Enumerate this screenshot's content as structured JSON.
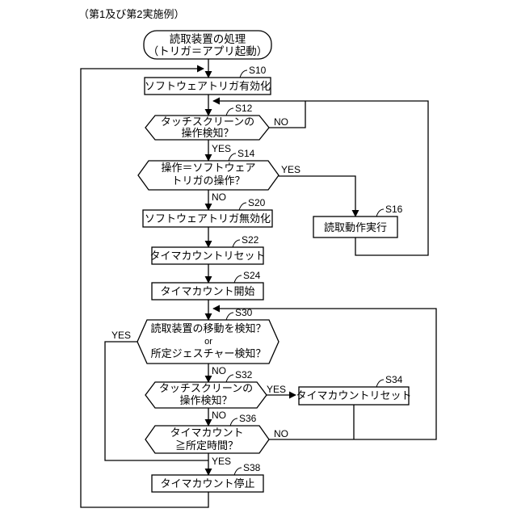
{
  "caption": "（第1及び第2実施例）",
  "start": {
    "line1": "読取装置の処理",
    "line2": "（トリガ＝アプリ起動）"
  },
  "steps": {
    "s10": {
      "id": "S10",
      "text": "ソフトウェアトリガ有効化"
    },
    "s12": {
      "id": "S12",
      "line1": "タッチスクリーンの",
      "line2": "操作検知？"
    },
    "s14": {
      "id": "S14",
      "line1": "操作＝ソフトウェア",
      "line2": "トリガの操作？"
    },
    "s16": {
      "id": "S16",
      "text": "読取動作実行"
    },
    "s20": {
      "id": "S20",
      "text": "ソフトウェアトリガ無効化"
    },
    "s22": {
      "id": "S22",
      "text": "タイマカウントリセット"
    },
    "s24": {
      "id": "S24",
      "text": "タイマカウント開始"
    },
    "s30": {
      "id": "S30",
      "line1": "読取装置の移動を検知？",
      "line2": "or",
      "line3": "所定ジェスチャー検知？"
    },
    "s32": {
      "id": "S32",
      "line1": "タッチスクリーンの",
      "line2": "操作検知？"
    },
    "s34": {
      "id": "S34",
      "text": "タイマカウントリセット"
    },
    "s36": {
      "id": "S36",
      "line1": "タイマカウント",
      "line2": "≧所定時間？"
    },
    "s38": {
      "id": "S38",
      "text": "タイマカウント停止"
    }
  },
  "labels": {
    "yes": "YES",
    "no": "NO"
  }
}
